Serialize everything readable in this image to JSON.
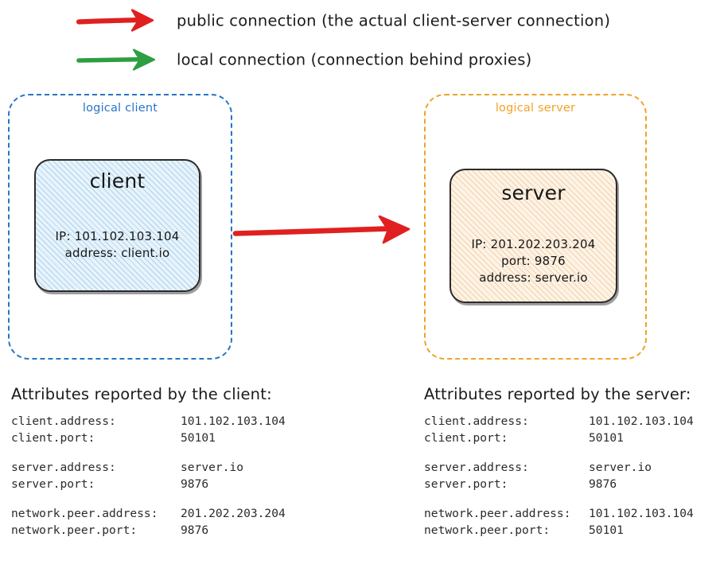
{
  "legend": {
    "items": [
      {
        "icon": "red-arrow-icon",
        "color": "#e02020",
        "label": "public connection (the actual client-server connection)"
      },
      {
        "icon": "green-arrow-icon",
        "color": "#2e9e41",
        "label": "local connection (connection behind proxies)"
      }
    ]
  },
  "diagram": {
    "client_group": {
      "label": "logical client",
      "color": "#2a74c9",
      "node": {
        "title": "client",
        "fill": "#e8f3fb",
        "lines": [
          "IP: 101.102.103.104",
          "address: client.io"
        ]
      }
    },
    "server_group": {
      "label": "logical server",
      "color": "#f2a226",
      "node": {
        "title": "server",
        "fill": "#fdf3e6",
        "lines": [
          "IP: 201.202.203.204",
          "port: 9876",
          "address: server.io"
        ]
      }
    },
    "connection_arrow": {
      "icon": "red-arrow-icon",
      "color": "#e02020",
      "from": "client",
      "to": "server"
    }
  },
  "client_attributes": {
    "heading": "Attributes reported by the client:",
    "groups": [
      [
        {
          "key": "client.address:",
          "value": "101.102.103.104"
        },
        {
          "key": "client.port:",
          "value": "50101"
        }
      ],
      [
        {
          "key": "server.address:",
          "value": "server.io"
        },
        {
          "key": "server.port:",
          "value": "9876"
        }
      ],
      [
        {
          "key": "network.peer.address:",
          "value": "201.202.203.204"
        },
        {
          "key": "network.peer.port:",
          "value": "9876"
        }
      ]
    ]
  },
  "server_attributes": {
    "heading": "Attributes reported by the server:",
    "groups": [
      [
        {
          "key": "client.address:",
          "value": "101.102.103.104"
        },
        {
          "key": "client.port:",
          "value": "50101"
        }
      ],
      [
        {
          "key": "server.address:",
          "value": "server.io"
        },
        {
          "key": "server.port:",
          "value": "9876"
        }
      ],
      [
        {
          "key": "network.peer.address:",
          "value": "101.102.103.104"
        },
        {
          "key": "network.peer.port:",
          "value": "50101"
        }
      ]
    ]
  }
}
